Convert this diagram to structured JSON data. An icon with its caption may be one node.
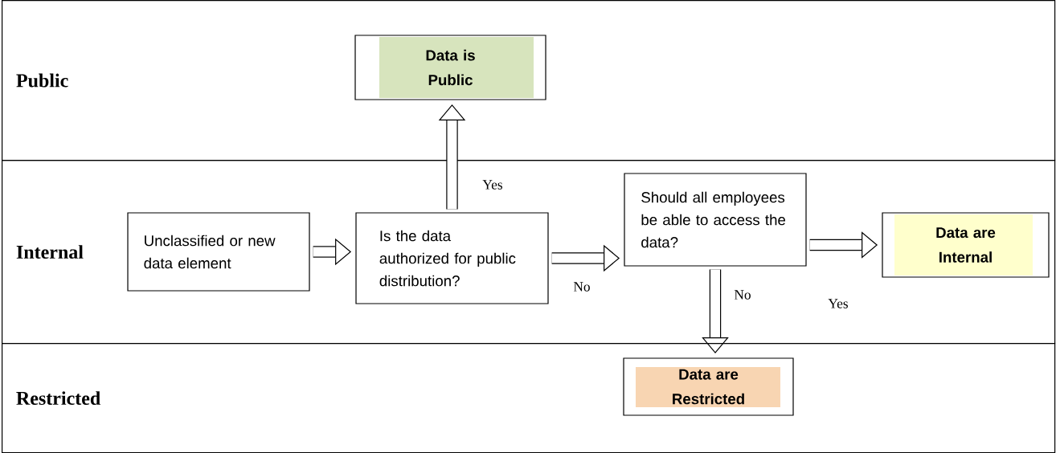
{
  "diagram": {
    "nodes": [
      {
        "text": [
          "Public"
        ]
      },
      {
        "text": [
          "Internal"
        ]
      },
      {
        "text": [
          "Restricted"
        ]
      },
      {
        "text": [
          "Data is Public"
        ],
        "in": 0
      },
      {
        "text": [
          "Unclassified or new data element"
        ],
        "in": 1
      },
      {
        "text": [
          "Is the data authorized for public distribution?"
        ],
        "in": 1
      },
      {
        "text": [
          "Should all employees be able to access the data?"
        ],
        "in": 1
      },
      {
        "text": [
          "Data are Internal"
        ],
        "in": 1
      },
      {
        "text": [
          "Data are Restricted"
        ],
        "in": 2
      }
    ],
    "edges": [
      {
        "from": 4,
        "to": 5,
        "arrow": "to"
      },
      {
        "from": 5,
        "to": 3,
        "arrow": "to",
        "label": "Yes"
      },
      {
        "from": 5,
        "to": 6,
        "arrow": "to",
        "label": "No"
      },
      {
        "from": 6,
        "to": 7,
        "arrow": "to",
        "label": "Yes"
      },
      {
        "from": 6,
        "to": 8,
        "arrow": "to",
        "label": "No"
      }
    ]
  }
}
